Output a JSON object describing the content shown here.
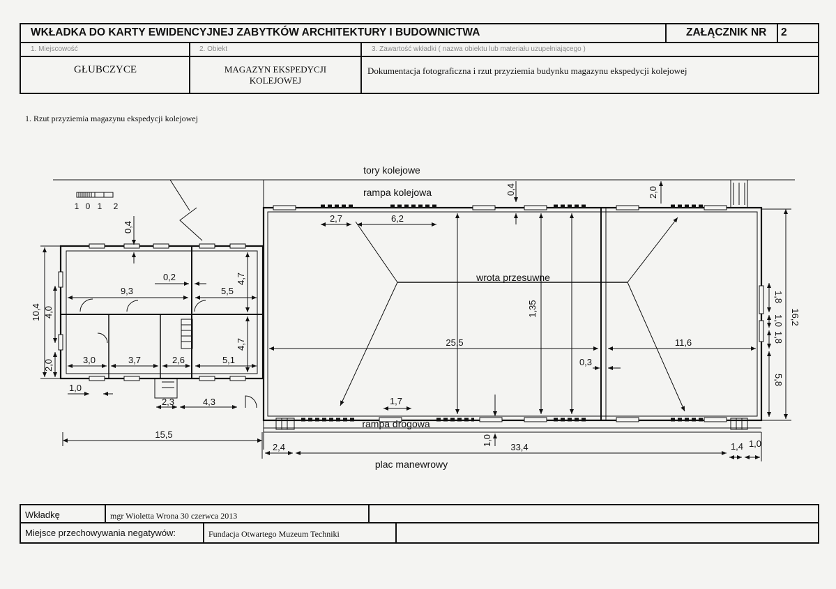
{
  "header": {
    "title": "WKŁADKA DO KARTY EWIDENCYJNEJ ZABYTKÓW ARCHITEKTURY I BUDOWNICTWA",
    "annex_label": "ZAŁĄCZNIK NR",
    "annex_number": "2",
    "columns": [
      {
        "label": "1. Miejscowość",
        "value": "GŁUBCZYCE"
      },
      {
        "label": "2. Obiekt",
        "value_line1": "MAGAZYN EKSPEDYCJI",
        "value_line2": "KOLEJOWEJ"
      },
      {
        "label": "3. Zawartość wkładki ( nazwa obiektu lub materiału uzupełniającego )",
        "value": "Dokumentacja fotograficzna i rzut przyziemia budynku magazynu ekspedycji kolejowej"
      }
    ]
  },
  "caption": "1.   Rzut przyziemia  magazynu ekspedycji kolejowej",
  "plan": {
    "labels": {
      "tracks": "tory kolejowe",
      "rail_ramp": "rampa kolejowa",
      "road_ramp": "rampa drogowa",
      "sliding_gates": "wrota przesuwne",
      "yard": "plac manewrowy"
    },
    "scale_labels": [
      "1",
      "0",
      "1",
      "2"
    ],
    "dims": {
      "d_27": "2,7",
      "d_62": "6,2",
      "d_04a": "0,4",
      "d_20a": "2,0",
      "d_04b": "0,4",
      "d_02": "0,2",
      "d_93": "9,3",
      "d_55": "5,5",
      "d_47a": "4,7",
      "d_47b": "4,7",
      "d_104": "10,4",
      "d_40": "4,0",
      "d_20b": "2,0",
      "d_30": "3,0",
      "d_37": "3,7",
      "d_26": "2,6",
      "d_51": "5,1",
      "d_10a": "1,0",
      "d_23": "2,3",
      "d_43": "4,3",
      "d_155": "15,5",
      "d_24": "2,4",
      "d_334": "33,4",
      "d_14": "1,4",
      "d_10b": "1,0",
      "d_10c": "1,0",
      "d_17": "1,7",
      "d_255": "25,5",
      "d_116": "11,6",
      "d_03": "0,3",
      "d_135": "1,35",
      "d_18a": "1,8",
      "d_10d": "1,0",
      "d_18b": "1,8",
      "d_58": "5,8",
      "d_162": "16,2"
    }
  },
  "footer": {
    "insert_label": "Wkładkę",
    "insert_value": "mgr Wioletta Wrona 30 czerwca 2013",
    "negatives_label": "Miejsce przechowywania negatywów:",
    "negatives_value": "Fundacja Otwartego Muzeum Techniki"
  }
}
